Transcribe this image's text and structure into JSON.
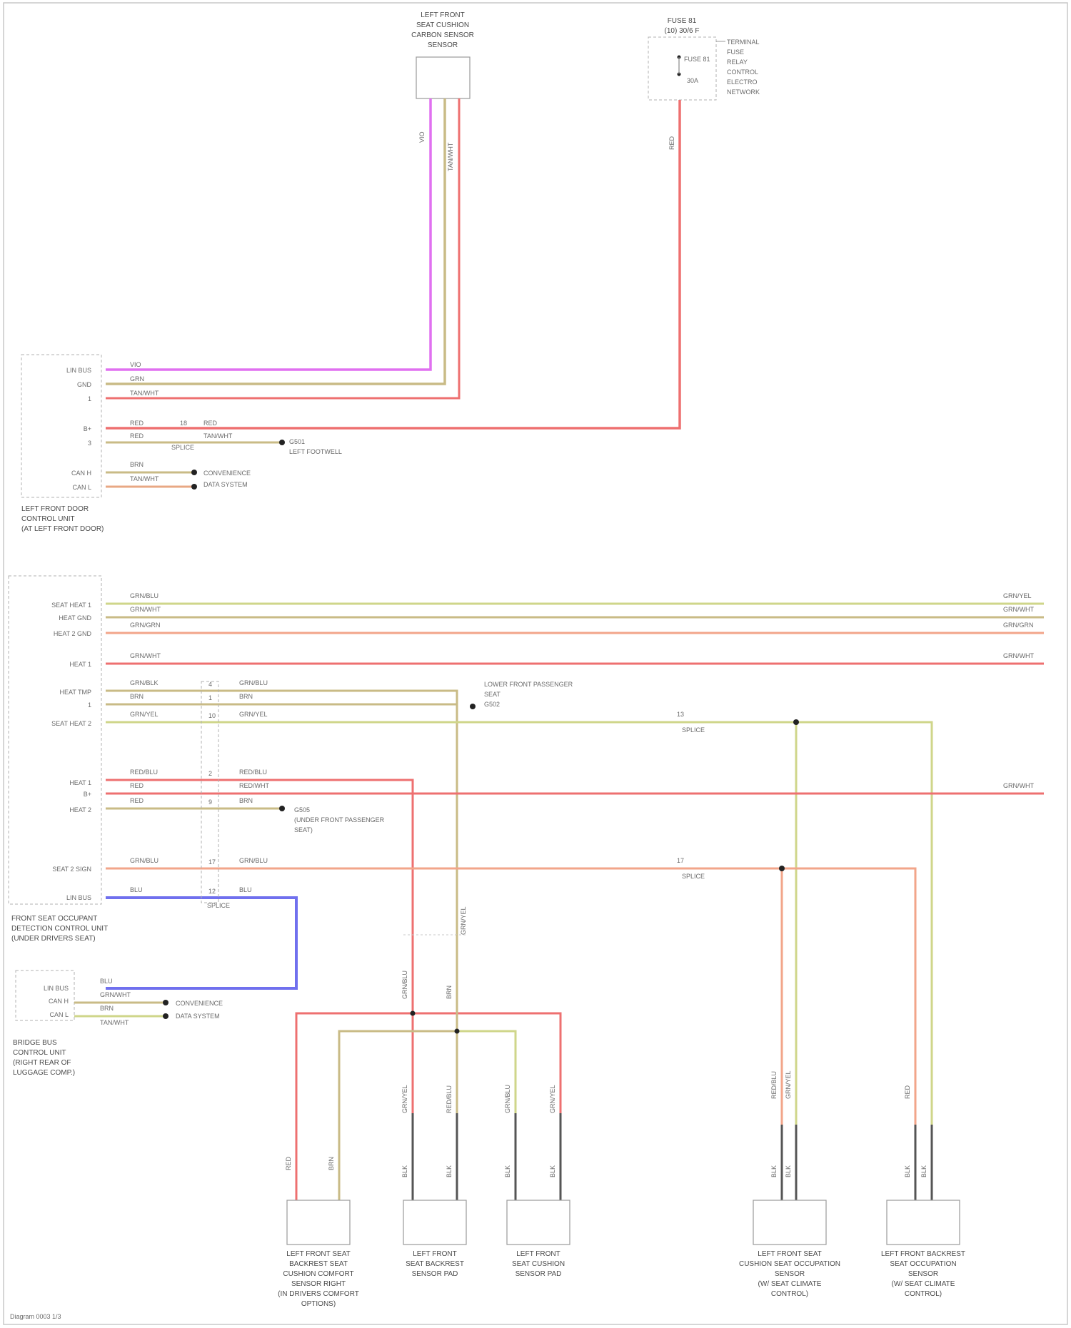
{
  "wire_colors": {
    "violet": "#e070f0",
    "tan": "#c9bb86",
    "yellow_green": "#cfd68a",
    "red": "#ee7070",
    "pink_orange": "#f2a58a",
    "blue": "#7070ee",
    "dark_gray": "#555555"
  },
  "components": {
    "left_front_seat_cushion_sensor": [
      "LEFT FRONT",
      "SEAT CUSHION",
      "CARBON SENSOR",
      "SENSOR"
    ],
    "fuse_block": {
      "title": [
        "FUSE 81",
        "(10) 30/6 F"
      ],
      "notes": [
        "TERMINAL",
        "FUSE",
        "RELAY",
        "CONTROL",
        "ELECTRO",
        "NETWORK"
      ],
      "fuse_label": "FUSE 81",
      "relay_label": "30A"
    },
    "left_front_door_module": [
      "LEFT FRONT DOOR",
      "CONTROL UNIT",
      "(AT LEFT FRONT DOOR)"
    ],
    "seat_module": [
      "FRONT SEAT OCCUPANT",
      "DETECTION CONTROL UNIT",
      "(UNDER DRIVERS SEAT)"
    ],
    "rear_module": [
      "BRIDGE BUS",
      "CONTROL UNIT",
      "(RIGHT REAR OF",
      "LUGGAGE COMP.)"
    ],
    "bottom_1": [
      "LEFT FRONT SEAT",
      "BACKREST SEAT",
      "CUSHION COMFORT",
      "SENSOR RIGHT",
      "(IN DRIVERS COMFORT",
      "OPTIONS)"
    ],
    "bottom_2": [
      "LEFT FRONT",
      "SEAT BACKREST",
      "SENSOR PAD"
    ],
    "bottom_3": [
      "LEFT FRONT",
      "SEAT CUSHION",
      "SENSOR PAD"
    ],
    "bottom_4": [
      "LEFT FRONT SEAT",
      "CUSHION SEAT OCCUPATION",
      "SENSOR",
      "(W/ SEAT CLIMATE",
      "CONTROL)"
    ],
    "bottom_5": [
      "LEFT FRONT BACKREST",
      "SEAT OCCUPATION",
      "SENSOR",
      "(W/ SEAT CLIMATE",
      "CONTROL)"
    ]
  },
  "pins": {
    "door_module": [
      "LIN BUS",
      "GND",
      "1",
      "B+",
      "3",
      "CAN H",
      "CAN L"
    ],
    "seat_module": [
      "SEAT HEAT 1",
      "HEAT GND",
      "HEAT 2 GND",
      "HEAT 1",
      "HEAT TMP",
      "1",
      "SEAT HEAT 2",
      "HEAT 1",
      "B+",
      "HEAT 2",
      "SEAT 2 SIGN",
      "LIN BUS"
    ],
    "rear_module": [
      "LIN BUS",
      "CAN H",
      "CAN L"
    ]
  },
  "wire_labels": {
    "top_v": [
      "VIO",
      "TAN/WHT"
    ],
    "fuse_v": "RED",
    "door": [
      "VIO",
      "GRN",
      "TAN/WHT",
      "RED",
      "RED",
      "18",
      "RED",
      "TAN/WHT",
      "BRN",
      "TAN/WHT"
    ],
    "seat_left": [
      "GRN/BLU",
      "GRN/WHT",
      "GRN/GRN",
      "GRN/WHT",
      "GRN/BLK",
      "BRN",
      "GRN/YEL",
      "RED/BLU",
      "RED",
      "RED",
      "GRN/BLU",
      "BLU"
    ],
    "seat_right": [
      "GRN/YEL",
      "GRN/WHT",
      "GRN/GRN",
      "GRN/WHT",
      "GRN/WHT",
      "RED/WHT"
    ],
    "mid_connector": [
      "GRN/BLU",
      "BRN",
      "GRN/YEL",
      "RED/BLU",
      "RED/WHT",
      "BRN",
      "GRN/BLU",
      "BLU"
    ],
    "mid_pins": [
      "4",
      "1",
      "10",
      "2",
      "9",
      "17",
      "12"
    ],
    "rear": [
      "BLU",
      "GRN/WHT",
      "BRN",
      "TAN/WHT"
    ],
    "vertical": [
      "GRN/BLU",
      "BRN",
      "GRN/YEL",
      "RED",
      "BRN",
      "GRN/YEL",
      "RED/BLU",
      "GRN/BLU",
      "GRN/YEL",
      "RED/BLU",
      "GRN/YEL",
      "RED",
      "BLK",
      "BLK",
      "BLK",
      "BLK",
      "BLK",
      "BLK",
      "BLK",
      "BLK"
    ],
    "junction_pins": [
      "13",
      "17"
    ]
  },
  "ground_labels": {
    "g_door": [
      "G501",
      "LEFT FOOTWELL"
    ],
    "can_door": [
      "CONVENIENCE",
      "DATA SYSTEM"
    ],
    "g_seat_top": [
      "LOWER FRONT PASSENGER",
      "SEAT",
      "G502"
    ],
    "g_seat_mid": [
      "G505",
      "(UNDER FRONT PASSENGER",
      "SEAT)"
    ],
    "can_rear": [
      "CONVENIENCE",
      "DATA SYSTEM"
    ]
  },
  "splices": [
    "SPLICE",
    "SPLICE",
    "SPLICE",
    "SPLICE"
  ],
  "footer": "Diagram 0003 1/3"
}
